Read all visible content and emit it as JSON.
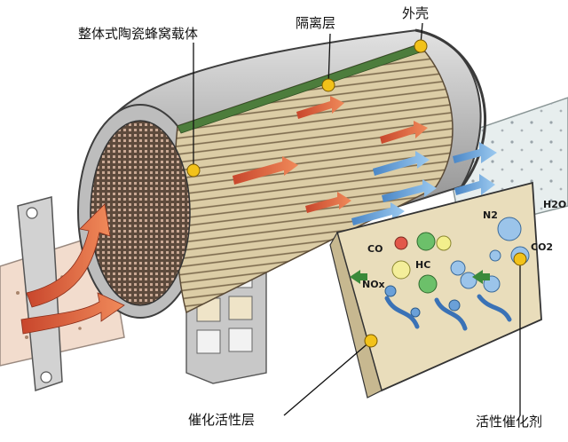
{
  "labels": {
    "monolith": "整体式陶瓷蜂窝载体",
    "insulation": "隔离层",
    "shell": "外壳",
    "washcoat": "催化活性层",
    "catalyst": "活性催化剂"
  },
  "species": {
    "co": "CO",
    "hc": "HC",
    "nox": "NOx",
    "n2": "N2",
    "h2o": "H2O",
    "co2": "CO2"
  },
  "colors": {
    "shell": "#9c9c9c",
    "shell_light": "#d6d6d6",
    "channels": "#d8c8a0",
    "channel_lines": "#7a6a50",
    "insulation": "#4a7a3a",
    "pipe_in": "#f0d8c8",
    "pipe_out": "#e4ecec",
    "hot_flow": "#d05a3a",
    "clean_flow": "#5aa0d8",
    "callout_dot": "#f2c21a",
    "washcoat": "#e8dcb8"
  }
}
